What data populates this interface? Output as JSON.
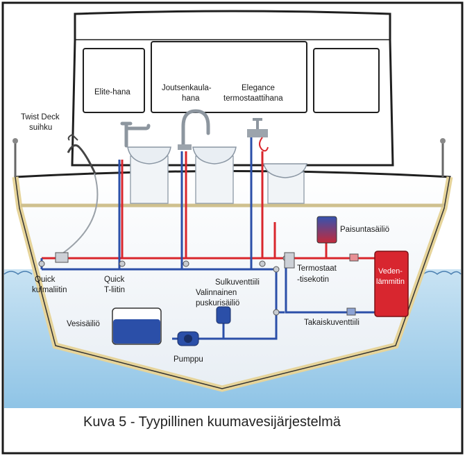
{
  "labels": {
    "elite": "Elite-hana",
    "joutsen_1": "Joutsenkaula-",
    "joutsen_2": "hana",
    "elegance_1": "Elegance",
    "elegance_2": "termostaattihana",
    "twist_1": "Twist Deck",
    "twist_2": "suihku",
    "paisunta": "Paisuntasäiliö",
    "veden_1": "Veden-",
    "veden_2": "lämmitin",
    "quick_k_1": "Quick",
    "quick_k_2": "kulmaliitin",
    "quick_t_1": "Quick",
    "quick_t_2": "T-liitin",
    "sulku": "Sulkuventtiili",
    "termo_1": "Termostaat",
    "termo_2": "-tisekotin",
    "valinnainen_1": "Valinnainen",
    "valinnainen_2": "puskurisäiliö",
    "takaisku": "Takaiskuventtiili",
    "vesisailio": "Vesisäiliö",
    "pumppu": "Pumppu"
  },
  "caption": "Kuva 5 - Tyypillinen kuumavesijärjestelmä",
  "colors": {
    "hot_pipe": "#d9262c",
    "cold_pipe": "#2b4fa8",
    "hull_trim": "#e6d49a",
    "water": "#a9d3ec",
    "heater": "#d8262f"
  }
}
